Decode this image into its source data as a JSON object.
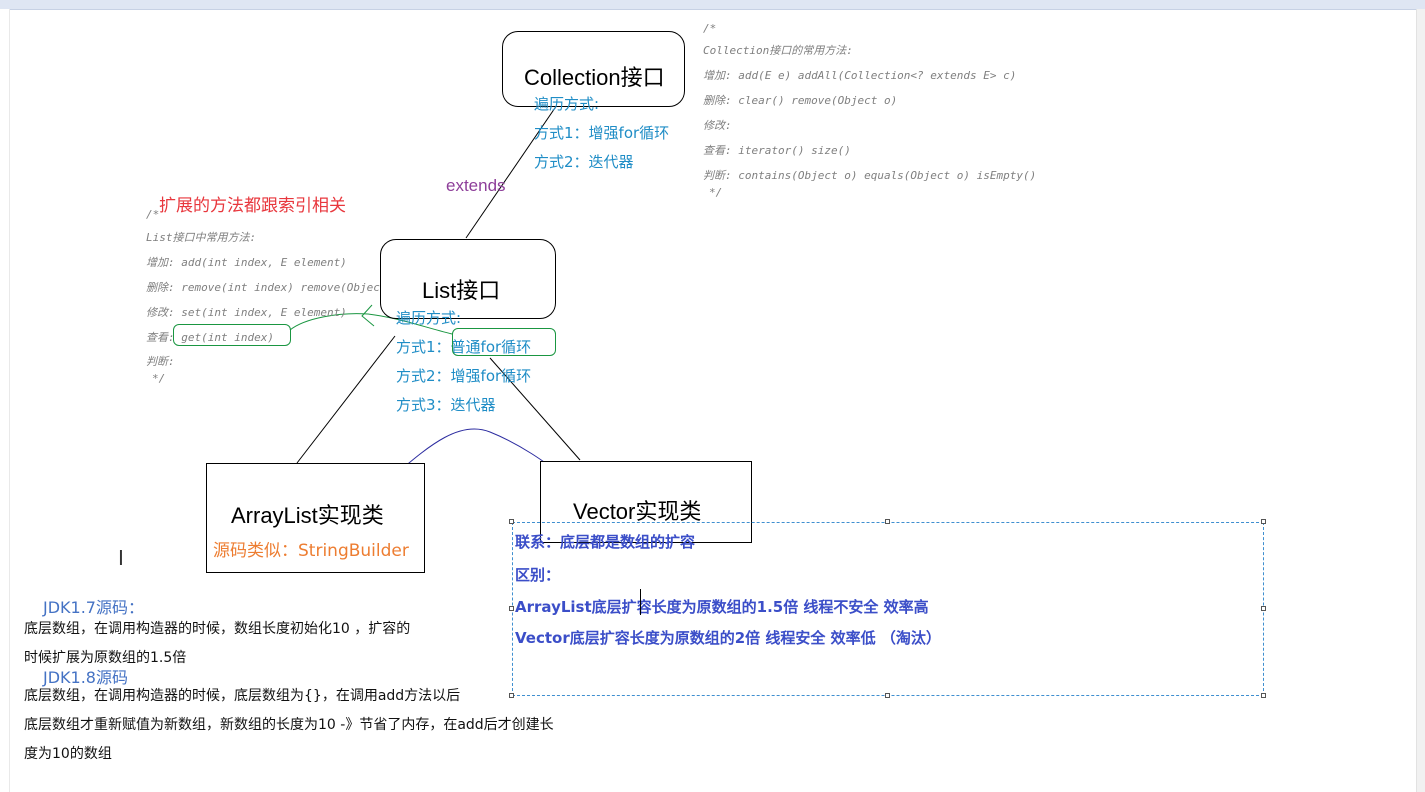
{
  "collection": {
    "title": "Collection接口",
    "traverse_label": "遍历方式:",
    "method1": "方式1：增强for循环",
    "method2": "方式2：迭代器"
  },
  "collection_comment": {
    "open": "/*",
    "heading": "Collection接口的常用方法:",
    "add": "增加: add(E e) addAll(Collection<? extends E> c)",
    "delete": "删除: clear() remove(Object o)",
    "modify": "修改:",
    "query": "查看: iterator() size()",
    "judge": "判断: contains(Object o)  equals(Object o) isEmpty()",
    "close": "*/"
  },
  "extends_label": "extends",
  "list_note": "扩展的方法都跟索引相关",
  "list_comment": {
    "open": "/*",
    "heading": "List接口中常用方法:",
    "add": "增加: add(int index, E element)",
    "delete": "删除: remove(int index)  remove(Object o)",
    "modify": "修改: set(int index, E element)",
    "query": "查看: get(int index)",
    "judge": "判断:",
    "close": "*/"
  },
  "list": {
    "title": "List接口",
    "traverse_label": "遍历方式:",
    "method1": "方式1：普通for循环",
    "method2": "方式2：增强for循环",
    "method3": "方式3：迭代器"
  },
  "arraylist": {
    "title": "ArrayList实现类",
    "note": "源码类似：StringBuilder"
  },
  "vector": {
    "title": "Vector实现类"
  },
  "comparison": {
    "relation": "联系：底层都是数组的扩容",
    "difference": "区别：",
    "arraylist_line": "ArrayList底层扩容长度为原数组的1.5倍    线程不安全  效率高",
    "vector_line": "Vector底层扩容长度为原数组的2倍    线程安全    效率低  （淘汰）"
  },
  "jdk17": {
    "title": "JDK1.7源码：",
    "line1": "底层数组，在调用构造器的时候，数组长度初始化10 ，扩容的",
    "line2": "时候扩展为原数组的1.5倍"
  },
  "jdk18": {
    "title": "JDK1.8源码",
    "line1": "底层数组，在调用构造器的时候，底层数组为{}，在调用add方法以后",
    "line2": "底层数组才重新赋值为新数组，新数组的长度为10 -》节省了内存，在add后才创建长",
    "line3": "度为10的数组"
  },
  "colors": {
    "traverse_blue": "#1f8dc6",
    "extends_purple": "#8e3f9a",
    "note_red": "#e8373d",
    "jdk_blue": "#4472c4",
    "comparison_blue": "#3b4ec8",
    "orange": "#ed7d31",
    "annotation_green": "#1a9641"
  }
}
